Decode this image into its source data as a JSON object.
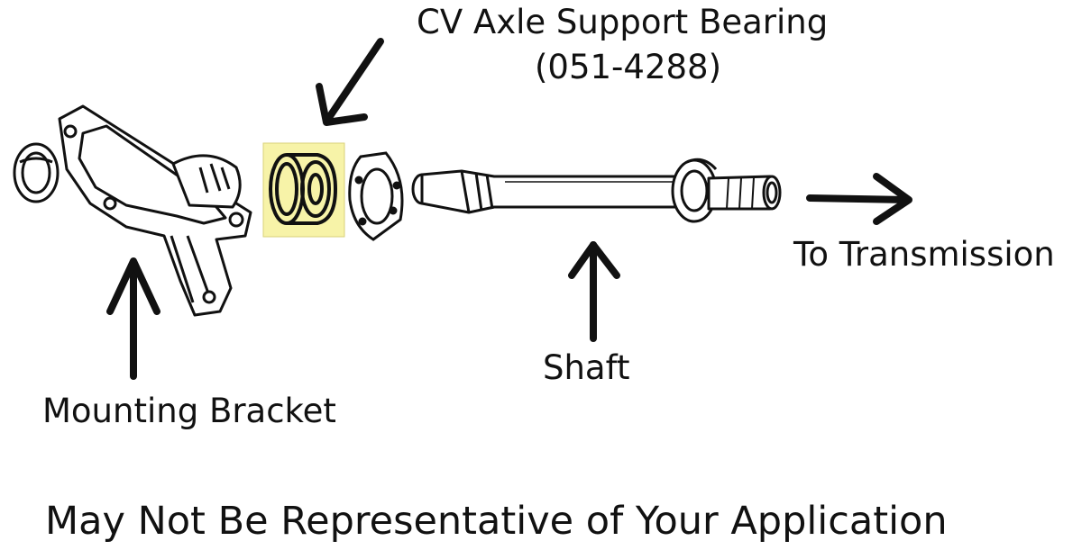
{
  "labels": {
    "bearing_title": "CV Axle Support Bearing",
    "bearing_part_number": "(051-4288)",
    "to_transmission": "To Transmission",
    "shaft": "Shaft",
    "mounting_bracket": "Mounting Bracket",
    "disclaimer": "May Not Be Representative of Your Application"
  },
  "colors": {
    "highlight": "#f7f3a8",
    "highlight_border": "#d9d27a",
    "line": "#111111"
  }
}
